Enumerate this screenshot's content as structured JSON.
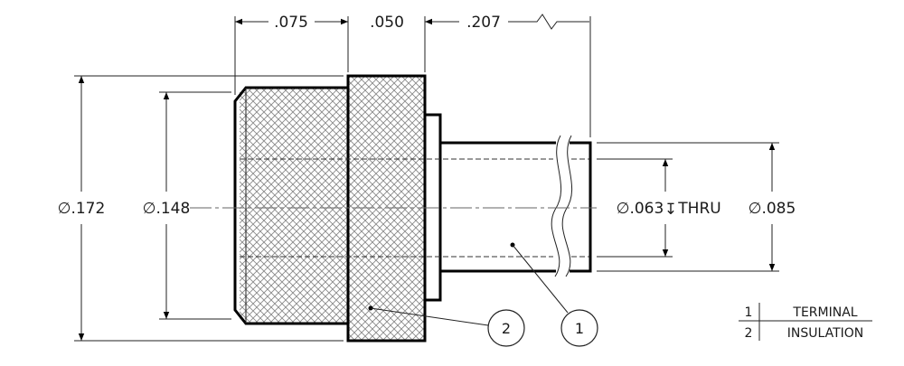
{
  "dimensions": {
    "d1": ".075",
    "d2": ".050",
    "d3": ".207",
    "dia_outer": "∅.172",
    "dia_inner": "∅.148",
    "dia_hole": "∅.063",
    "hole_symbol": "↧",
    "hole_note": "THRU",
    "dia_shaft": "∅.085"
  },
  "balloons": {
    "b1": "1",
    "b2": "2"
  },
  "bom": [
    {
      "item": "1",
      "name": "TERMINAL"
    },
    {
      "item": "2",
      "name": "INSULATION"
    }
  ]
}
